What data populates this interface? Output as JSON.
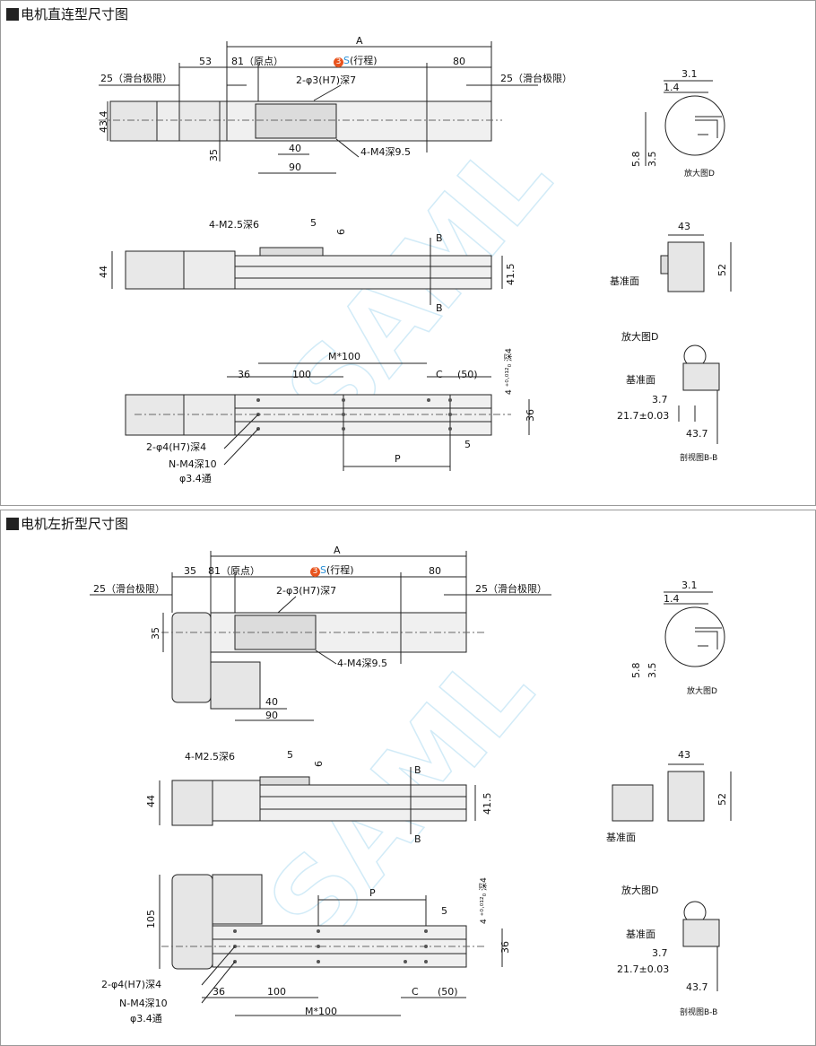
{
  "watermark": "SAML",
  "sections": [
    {
      "title": "电机直连型尺寸图",
      "top": {
        "A": "A",
        "d53": "53",
        "d81": "81（原点）",
        "stroke_num": "3",
        "stroke_s": "S",
        "stroke_label": "(行程)",
        "d80": "80",
        "limit_left": "25（滑台极限）",
        "limit_right": "25（滑台极限）",
        "hole": "2-φ3(H7)深7",
        "h43": "43.4",
        "d35": "35",
        "d40": "40",
        "d90": "90",
        "m4": "4-M4深9.5"
      },
      "detail": {
        "d31": "3.1",
        "d14": "1.4",
        "d58": "5.8",
        "d35": "3.5",
        "caption": "放大图D"
      },
      "side": {
        "m25": "4-M2.5深6",
        "d5": "5",
        "d6": "6",
        "d44": "44",
        "b_top": "B",
        "b_bottom": "B",
        "d415": "41.5"
      },
      "end": {
        "d43": "43",
        "d52": "52",
        "datum": "基准面"
      },
      "bottom": {
        "m100": "M*100",
        "d36": "36",
        "d100": "100",
        "C": "C",
        "d50": "(50)",
        "tol": "4 ⁺⁰·⁰¹²₀ 深4",
        "h36": "36",
        "pin": "2-φ4(H7)深4",
        "nm4": "N-M4深10",
        "thru": "φ3.4通",
        "d5": "5",
        "P": "P"
      },
      "section_bb": {
        "detail_ref": "放大图D",
        "datum": "基准面",
        "d37": "3.7",
        "d217": "21.7±0.03",
        "d437": "43.7",
        "caption": "剖视图B-B"
      }
    },
    {
      "title": "电机左折型尺寸图",
      "top": {
        "A": "A",
        "d35": "35",
        "d81": "81（原点）",
        "stroke_num": "3",
        "stroke_s": "S",
        "stroke_label": "(行程)",
        "d80": "80",
        "limit_left": "25（滑台极限）",
        "limit_right": "25（滑台极限）",
        "hole": "2-φ3(H7)深7",
        "h35": "35",
        "d40": "40",
        "d90": "90",
        "m4": "4-M4深9.5"
      },
      "detail": {
        "d31": "3.1",
        "d14": "1.4",
        "d58": "5.8",
        "d35": "3.5",
        "caption": "放大图D"
      },
      "side": {
        "m25": "4-M2.5深6",
        "d5": "5",
        "d6": "6",
        "d44": "44",
        "b_top": "B",
        "b_bottom": "B",
        "d415": "41.5"
      },
      "end": {
        "d43": "43",
        "d52": "52",
        "datum": "基准面"
      },
      "bottom": {
        "h105": "105",
        "P": "P",
        "d5": "5",
        "tol": "4 ⁺⁰·⁰¹²₀ 深4",
        "h36": "36",
        "pin": "2-φ4(H7)深4",
        "nm4": "N-M4深10",
        "thru": "φ3.4通",
        "d36": "36",
        "d100": "100",
        "C": "C",
        "d50": "(50)",
        "m100": "M*100"
      },
      "section_bb": {
        "detail_ref": "放大图D",
        "datum": "基准面",
        "d37": "3.7",
        "d217": "21.7±0.03",
        "d437": "43.7",
        "caption": "剖视图B-B"
      }
    }
  ]
}
